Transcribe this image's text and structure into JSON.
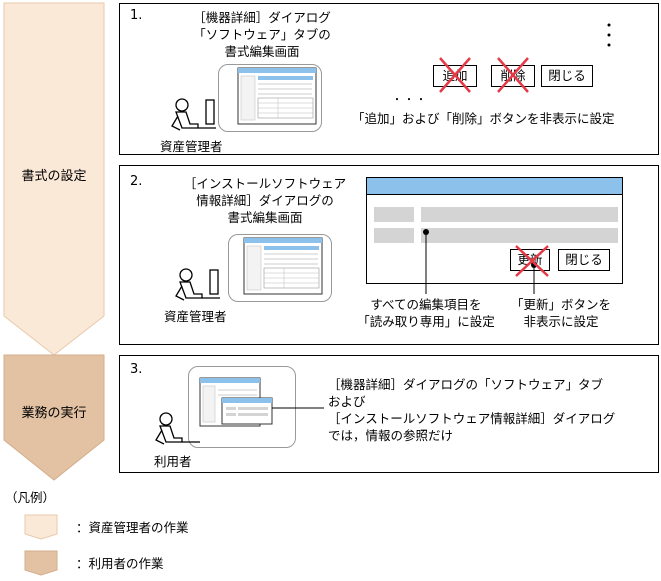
{
  "phases": {
    "setup": "書式の設定",
    "run": "業務の実行"
  },
  "colors": {
    "admin_phase": "#fbe9d8",
    "user_phase": "#e3c2a3",
    "window_title": "#8cc1ec",
    "field": "#d4d4d4",
    "cross": "#e63946"
  },
  "steps": [
    {
      "number": "1.",
      "dialog_title": [
        "［機器詳細］ダイアログ",
        "「ソフトウェア」タブの",
        "書式編集画面"
      ],
      "person": "資産管理者",
      "buttons": [
        "追加",
        "削除",
        "閉じる"
      ],
      "ellipsis_h": "・・・",
      "note": "「追加」および「削除」ボタンを非表示に設定"
    },
    {
      "number": "2.",
      "dialog_title": [
        "［インストールソフトウェア",
        "情報詳細］ダイアログの",
        "書式編集画面"
      ],
      "person": "資産管理者",
      "buttons": [
        "更新",
        "閉じる"
      ],
      "note_left": [
        "すべての編集項目を",
        "「読み取り専用」に設定"
      ],
      "note_right": [
        "「更新」ボタンを",
        "非表示に設定"
      ]
    },
    {
      "number": "3.",
      "person": "利用者",
      "note": [
        "［機器詳細］ダイアログの「ソフトウェア」タブ",
        "および",
        "［インストールソフトウェア情報詳細］ダイアログ",
        "では，情報の参照だけ"
      ]
    }
  ],
  "legend": {
    "title": "（凡例）",
    "admin": "：資産管理者の作業",
    "user": "：利用者の作業"
  }
}
